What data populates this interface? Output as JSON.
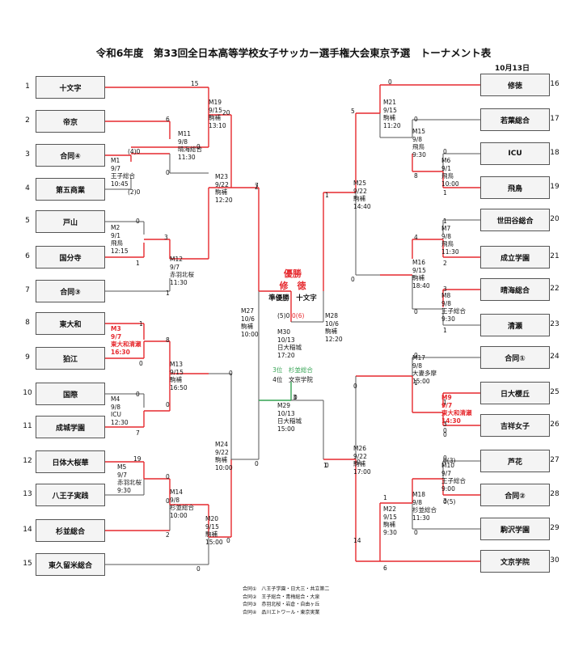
{
  "title": "令和6年度　第33回全日本高等学校女子サッカー選手権大会東京予選　トーナメント表",
  "date": "10月13日",
  "colors": {
    "winner": "#e6292e",
    "loser": "#555555",
    "third": "#33a352",
    "box": "#f4f4f4"
  },
  "teams": [
    {
      "seed": "1",
      "name": "十文字"
    },
    {
      "seed": "2",
      "name": "帝京"
    },
    {
      "seed": "3",
      "name": "合同④"
    },
    {
      "seed": "4",
      "name": "第五商業"
    },
    {
      "seed": "5",
      "name": "戸山"
    },
    {
      "seed": "6",
      "name": "国分寺"
    },
    {
      "seed": "7",
      "name": "合同③"
    },
    {
      "seed": "8",
      "name": "東大和"
    },
    {
      "seed": "9",
      "name": "狛江"
    },
    {
      "seed": "10",
      "name": "国際"
    },
    {
      "seed": "11",
      "name": "成城学園"
    },
    {
      "seed": "12",
      "name": "日体大桜華"
    },
    {
      "seed": "13",
      "name": "八王子実践"
    },
    {
      "seed": "14",
      "name": "杉並総合"
    },
    {
      "seed": "15",
      "name": "東久留米総合"
    },
    {
      "seed": "16",
      "name": "修徳"
    },
    {
      "seed": "17",
      "name": "若葉総合"
    },
    {
      "seed": "18",
      "name": "ICU"
    },
    {
      "seed": "19",
      "name": "飛鳥"
    },
    {
      "seed": "20",
      "name": "世田谷総合"
    },
    {
      "seed": "21",
      "name": "成立学園"
    },
    {
      "seed": "22",
      "name": "晴海総合"
    },
    {
      "seed": "23",
      "name": "清瀬"
    },
    {
      "seed": "24",
      "name": "合同①"
    },
    {
      "seed": "25",
      "name": "日大櫻丘"
    },
    {
      "seed": "26",
      "name": "吉祥女子"
    },
    {
      "seed": "27",
      "name": "芦花"
    },
    {
      "seed": "28",
      "name": "合同②"
    },
    {
      "seed": "29",
      "name": "駒沢学園"
    },
    {
      "seed": "30",
      "name": "文京学院"
    }
  ],
  "matches": [
    {
      "lines": [
        "M1",
        "9/7",
        "王子総合",
        "10:45"
      ]
    },
    {
      "lines": [
        "M2",
        "9/1",
        "飛鳥",
        "12:15"
      ]
    },
    {
      "lines": [
        "M3",
        "9/7",
        "東大和清瀬",
        "16:30"
      ]
    },
    {
      "lines": [
        "M4",
        "9/8",
        "ICU",
        "12:30"
      ]
    },
    {
      "lines": [
        "M5",
        "9/7",
        "赤羽北桜",
        "9:30"
      ]
    },
    {
      "lines": [
        "M6",
        "9/1",
        "飛鳥",
        "10:00"
      ]
    },
    {
      "lines": [
        "M7",
        "9/8",
        "飛鳥",
        "11:30"
      ]
    },
    {
      "lines": [
        "M8",
        "9/8",
        "王子総合",
        "9:30"
      ]
    },
    {
      "lines": [
        "M9",
        "9/7",
        "東大和清瀬",
        "14:30"
      ]
    },
    {
      "lines": [
        "M10",
        "9/7",
        "王子総合",
        "9:00"
      ]
    },
    {
      "lines": [
        "M11",
        "9/8",
        "晴海総合",
        "11:30"
      ]
    },
    {
      "lines": [
        "M12",
        "9/7",
        "赤羽北桜",
        "11:30"
      ]
    },
    {
      "lines": [
        "M13",
        "9/15",
        "駒補",
        "16:50"
      ]
    },
    {
      "lines": [
        "M14",
        "9/8",
        "杉並総合",
        "10:00"
      ]
    },
    {
      "lines": [
        "M15",
        "9/8",
        "飛鳥",
        "9:30"
      ]
    },
    {
      "lines": [
        "M16",
        "9/15",
        "駒補",
        "18:40"
      ]
    },
    {
      "lines": [
        "M17",
        "9/8",
        "大妻多摩",
        "15:00"
      ]
    },
    {
      "lines": [
        "M18",
        "9/8",
        "杉並総合",
        "11:30"
      ]
    },
    {
      "lines": [
        "M19",
        "9/15",
        "駒補",
        "13:10"
      ]
    },
    {
      "lines": [
        "M20",
        "9/15",
        "駒補",
        "15:00"
      ]
    },
    {
      "lines": [
        "M21",
        "9/15",
        "駒補",
        "11:20"
      ]
    },
    {
      "lines": [
        "M22",
        "9/15",
        "駒補",
        "9:30"
      ]
    },
    {
      "lines": [
        "M23",
        "9/22",
        "駒補",
        "12:20"
      ]
    },
    {
      "lines": [
        "M24",
        "9/22",
        "駒補",
        "10:00"
      ]
    },
    {
      "lines": [
        "M25",
        "9/22",
        "駒補",
        "14:40"
      ]
    },
    {
      "lines": [
        "M26",
        "9/22",
        "駒補",
        "17:00"
      ]
    },
    {
      "lines": [
        "M27",
        "10/6",
        "駒補",
        "10:00"
      ]
    },
    {
      "lines": [
        "M28",
        "10/6",
        "駒補",
        "12:20"
      ]
    },
    {
      "lines": [
        "M30",
        "10/13",
        "日大稲城",
        "17:20"
      ]
    },
    {
      "lines": [
        "M29",
        "10/13",
        "日大稲城",
        "15:00"
      ]
    }
  ],
  "scores": [
    "15",
    "0",
    "6",
    "0",
    "(4)0",
    "(2)0",
    "0",
    "1",
    "3",
    "1",
    "1",
    "0",
    "8",
    "0",
    "0",
    "7",
    "19",
    "0",
    "0",
    "2",
    "0",
    "20",
    "0",
    "0",
    "2",
    "7",
    "0",
    "(5)0",
    "0(6)",
    "3",
    "0",
    "5",
    "0",
    "0",
    "1",
    "0",
    "8",
    "0",
    "1",
    "1",
    "4",
    "2",
    "0",
    "3",
    "1",
    "0",
    "0",
    "1",
    "3",
    "0",
    "0",
    "0",
    "3",
    "0(3)",
    "0(5)",
    "1",
    "0",
    "6",
    "1",
    "0",
    "14",
    "1",
    "0"
  ],
  "champion": {
    "label": "優勝",
    "name": "修　徳",
    "runner_up": "準優勝　十文字"
  },
  "third_place": {
    "label": "3位　杉並総合",
    "fourth": "4位　文京学院"
  },
  "legend": [
    "合同①　八王子学園・日大三・共立第二",
    "合同②　王子総合・青梅総合・大泉",
    "合同③　赤羽北桜・岩倉・自由ヶ丘",
    "合同④　品川エトワール・東京実業"
  ]
}
